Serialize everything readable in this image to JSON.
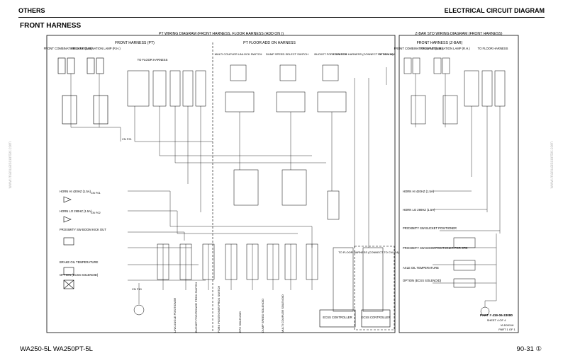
{
  "header": {
    "left": "OTHERS",
    "right": "ELECTRICAL CIRCUIT DIAGRAM"
  },
  "section_title": "FRONT HARNESS",
  "footer": {
    "left": "WA250-5L WA250PT-5L",
    "right": "90-31 ①"
  },
  "watermark": "www.manualscenter.com",
  "panels": {
    "pt": {
      "title": "PT WIRING DIAGRAM (FRONT HARNESS, FLOOR HARNESS (ADD ON ))",
      "sub_left": "FRONT HARNESS (PT)",
      "sub_right": "PT FLOOR ADD ON HARNESS",
      "lamp_lh": "FRONT COMBINATION LAMP (L.H.)",
      "lamp_rh": "FRONT COMBINATION LAMP (R.H.)",
      "to_floor": "TO FLOOR HARNESS",
      "switch_1": "MULTI COUPLER UNLOCK SWITCH",
      "switch_2": "DUMP SPEED SELECT SWITCH",
      "switch_3": "BUCKET FORK SWITCH",
      "to_floor_l14": "TO FLOOR HARNESS (CONNECT TO CN L14)",
      "to_floor_l14b": "TO FLOOR HARNESS (CONNECT TO CN L14)",
      "option_24v": "OPTION 24V",
      "horn_hi": "HORN HI 420HZ (1.5A)",
      "horn_lo": "HORN LO 290HZ (1.5A)",
      "prox": "PROXIMITY SW BOOM KICK OUT",
      "brake": "BRAKE OIL TEMPERATURE",
      "option_ecss": "OPTION (ECSS SOLENOID)",
      "cn_f01": "CN F01",
      "cn_f02": "CN F02",
      "cn_f21": "CN F21",
      "cn_f10": "CN F10",
      "ecss_1": "ECSS CONTROLLER",
      "ecss_2": "ECSS CONTROLLER",
      "bottom_labels": [
        "LINK ANGLE POSITIONER",
        "BUCKET POSITIONER PROX SWITCH",
        "FORK POSITIONER PROX SWITCH",
        "EPC SOLENOID",
        "DUMP SPEED SOLENOID",
        "MULTI COUPLER SOLENOID"
      ]
    },
    "zbar": {
      "title": "Z-BAR STD WIRING DIAGRAM (FRONT HARNESS)",
      "sub": "FRONT HARNESS (Z-BAR)",
      "lamp_lh": "FRONT COMBINATION LAMP (L.H.)",
      "lamp_rh": "FRONT COMBINATION LAMP (R.H.)",
      "to_floor": "TO FLOOR HARNESS",
      "horn_hi": "HORN HI 420HZ (1.5A)",
      "horn_lo": "HORN LO 290HZ (1.5A)",
      "prox": "PROXIMITY SW BUCKET POSITIONER",
      "prox2": "PROXIMITY SW BOOM POSITIONER FOR STD",
      "axle": "AXLE OIL TEMPERATURE",
      "option_ecss": "OPTION (ECSS SOLENOID)",
      "part": "PART # 419-06-33080",
      "sheet": "SHEET 4 OF 4",
      "vld": "VLD00116",
      "part_of": "PART 1 OF 1"
    }
  }
}
